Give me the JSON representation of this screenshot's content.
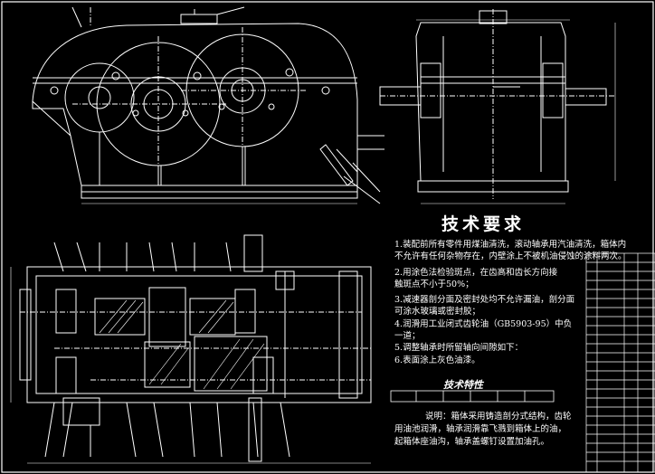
{
  "title": "技术要求",
  "requirements": [
    "1.装配前所有零件用煤油清洗，滚动轴承用汽油清洗，箱体内",
    "不允许有任何杂物存在，内壁涂上不被机油侵蚀的涂料两次。",
    "2.用涂色法检验斑点，在齿高和齿长方向接",
    "触斑点不小于50%；",
    "3.减速器剖分面及密封处均不允许漏油，剖分面",
    "可涂水玻璃或密封胶；",
    "4.润滑用工业闭式齿轮油（GB5903-95）中负",
    "一道；",
    "5.调整轴承时所留轴向间隙如下：",
    "6.表面涂上灰色油漆。"
  ],
  "spec_title": "技术特性",
  "notes": [
    "说明：箱体采用铸造剖分式结构，齿轮",
    "用油池润滑，轴承润滑靠飞溅到箱体上的油，",
    "起箱体座油沟，轴承盖螺钉设置加油孔。"
  ],
  "colors": {
    "background": "#000000",
    "line": "#ffffff",
    "dim": "#e8e8e8"
  }
}
